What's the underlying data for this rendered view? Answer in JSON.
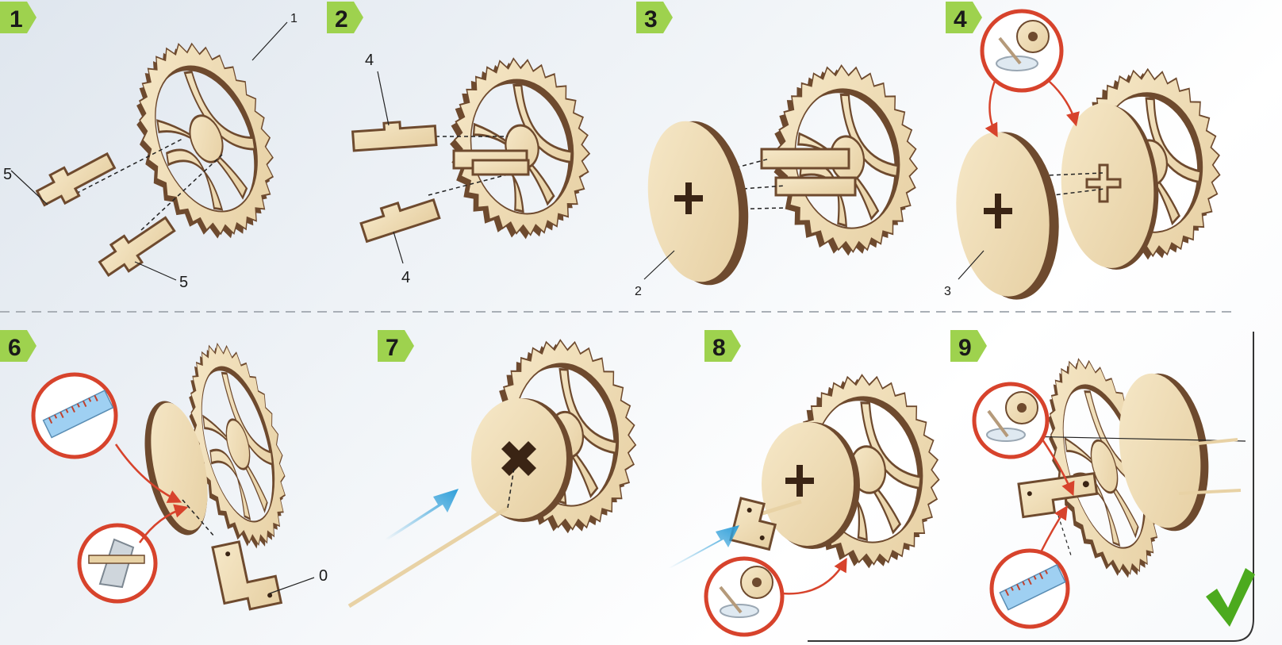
{
  "steps": [
    {
      "label": "1"
    },
    {
      "label": "2"
    },
    {
      "label": "3"
    },
    {
      "label": "4"
    },
    {
      "label": "6"
    },
    {
      "label": "7"
    },
    {
      "label": "8"
    },
    {
      "label": "9"
    }
  ],
  "callouts": {
    "s1_top": "1",
    "s1_left": "5",
    "s1_bottom": "5",
    "s2_top": "4",
    "s2_bottom": "4",
    "s3": "2",
    "s4": "3",
    "s6": "0"
  },
  "icons": [
    "glue-icon",
    "ruler-icon",
    "knife-icon",
    "direction-arrow-icon",
    "checkmark-icon"
  ],
  "colors": {
    "wood_face": "#f1dfba",
    "wood_edge": "#6e4a2e",
    "step_badge": "#9ed24e",
    "callout_ring": "#d7432c",
    "arrow_blue": "#2f9fd9",
    "check_green": "#4caa1e"
  }
}
